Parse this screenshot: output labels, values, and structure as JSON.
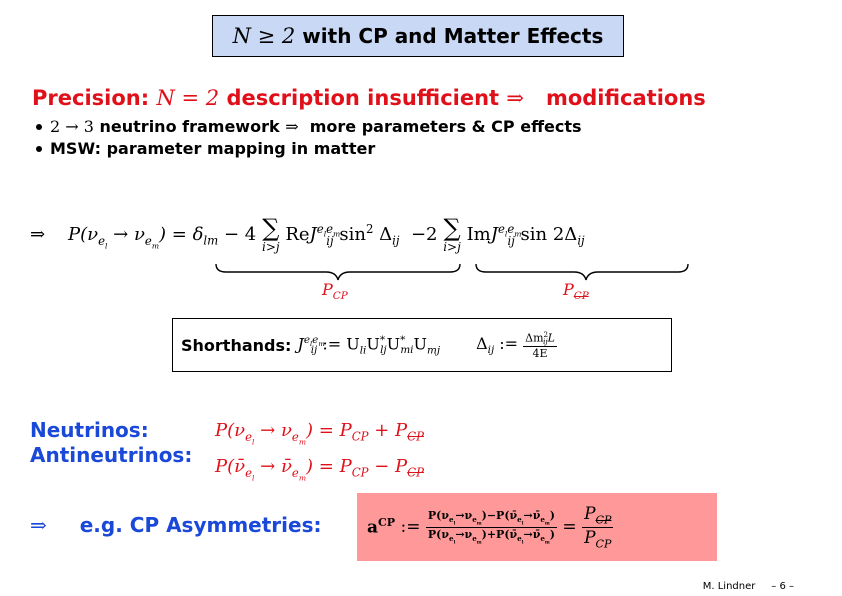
{
  "title": {
    "math": "N ≥ 2",
    "text": "with CP and Matter Effects"
  },
  "heading": {
    "prefix": "Precision:",
    "math": "N = 2",
    "middle": "description insufficient",
    "arrow": "⇒",
    "suffix": "modifications"
  },
  "bullets": [
    {
      "math": "2 → 3",
      "text": "neutrino framework",
      "arrow": "⇒",
      "tail": "more parameters & CP effects"
    },
    {
      "text": "MSW: parameter mapping in matter"
    }
  ],
  "formula": {
    "arrow": "⇒",
    "lhs": "P(ν",
    "term1_prefix": "δ",
    "term1_minus": "− 4",
    "sum_under": "i>j",
    "term2_prefix": "−2",
    "brace1_label": "P",
    "brace2_label": "P"
  },
  "shorthand": {
    "label": "Shorthands:",
    "eq1": ":= U",
    "eq2": "Δ",
    "eq2_num": "Δm",
    "eq2_den": "4E"
  },
  "neutrinos": {
    "label1": "Neutrinos:",
    "label2": "Antineutrinos:"
  },
  "asymmetry": {
    "arrow": "⇒",
    "label": "e.g. CP Asymmetries:",
    "a_label": "a",
    "a_sup": "CP"
  },
  "footer": {
    "author": "M. Lindner",
    "page": "– 6 –"
  }
}
